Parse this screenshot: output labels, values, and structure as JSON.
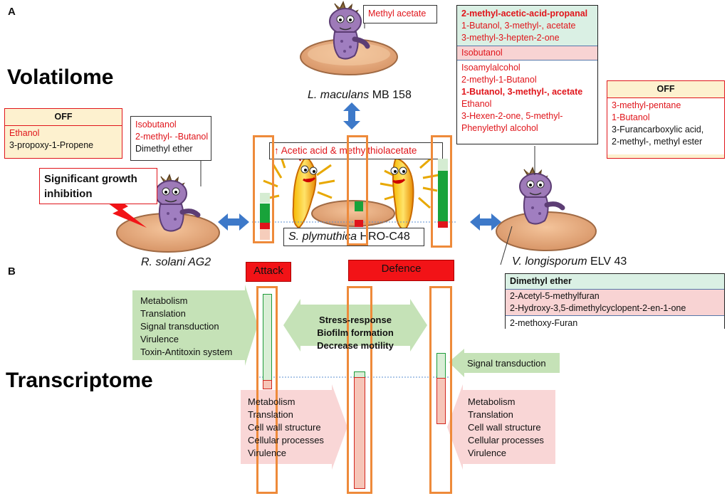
{
  "panel_labels": {
    "a": "A",
    "b": "B"
  },
  "section_labels": {
    "volatilome": "Volatilome",
    "transcriptome": "Transcriptome"
  },
  "top": {
    "methyl_acetate": "Methyl acetate",
    "organism_italic": "L. maculans",
    "organism_strain": " MB 158"
  },
  "rsolani": {
    "off_header": "OFF",
    "off_items": [
      "Ethanol",
      "3-propoxy-1-Propene"
    ],
    "volatiles": [
      "Isobutanol",
      "2-methyl- -Butanol",
      "Dimethyl ether"
    ],
    "growth_line1": "Significant growth",
    "growth_line2": "inhibition",
    "organism": "R. solani AG2"
  },
  "center": {
    "acetic": "↑ Acetic acid  & methylthiolacetate",
    "organism_italic": "S. plymuthica",
    "organism_strain": " HRO-C48"
  },
  "lmac_list": {
    "teal": [
      "2-methyl-acetic-acid-propanal",
      "1-Butanol, 3-methyl-, acetate",
      "3-methyl-3-hepten-2-one"
    ],
    "pink": [
      "Isobutanol"
    ],
    "white": [
      "Isoamylalcohol",
      "2-methyl-1-Butanol",
      "1-Butanol, 3-methyl-, acetate",
      "Ethanol",
      "3-Hexen-2-one, 5-methyl-",
      "Phenylethyl alcohol"
    ]
  },
  "vlong": {
    "off_header": "OFF",
    "off_items": [
      "3-methyl-pentane",
      "1-Butanol",
      "3-Furancarboxylic acid,",
      "2-methyl-, methyl ester"
    ],
    "organism_italic": "V. longisporum",
    "organism_strain": " ELV 43",
    "teal": [
      "Dimethyl ether"
    ],
    "pink": [
      "2-Acetyl-5-methylfuran",
      "2-Hydroxy-3,5-dimethylcyclopent-2-en-1-one"
    ],
    "white": [
      "2-methoxy-Furan"
    ]
  },
  "transcriptome": {
    "attack": "Attack",
    "defence": "Defence",
    "left_up": [
      "Metabolism",
      "Translation",
      "Signal transduction",
      "Virulence",
      "Toxin-Antitoxin system"
    ],
    "middle": [
      "Stress-response",
      "Biofilm formation",
      "Decrease motility"
    ],
    "right_up": [
      "Signal transduction"
    ],
    "left_down": [
      "Metabolism",
      "Translation",
      "Cell wall structure",
      "Cellular processes",
      "Virulence"
    ],
    "right_down": [
      "Metabolism",
      "Translation",
      "Cell wall structure",
      "Cellular processes",
      "Virulence"
    ]
  },
  "colors": {
    "red_text": "#e0151b",
    "orange_frame": "#ee8a3a",
    "green": "#1e9b3a",
    "arrow_blue": "#3d79c9"
  }
}
